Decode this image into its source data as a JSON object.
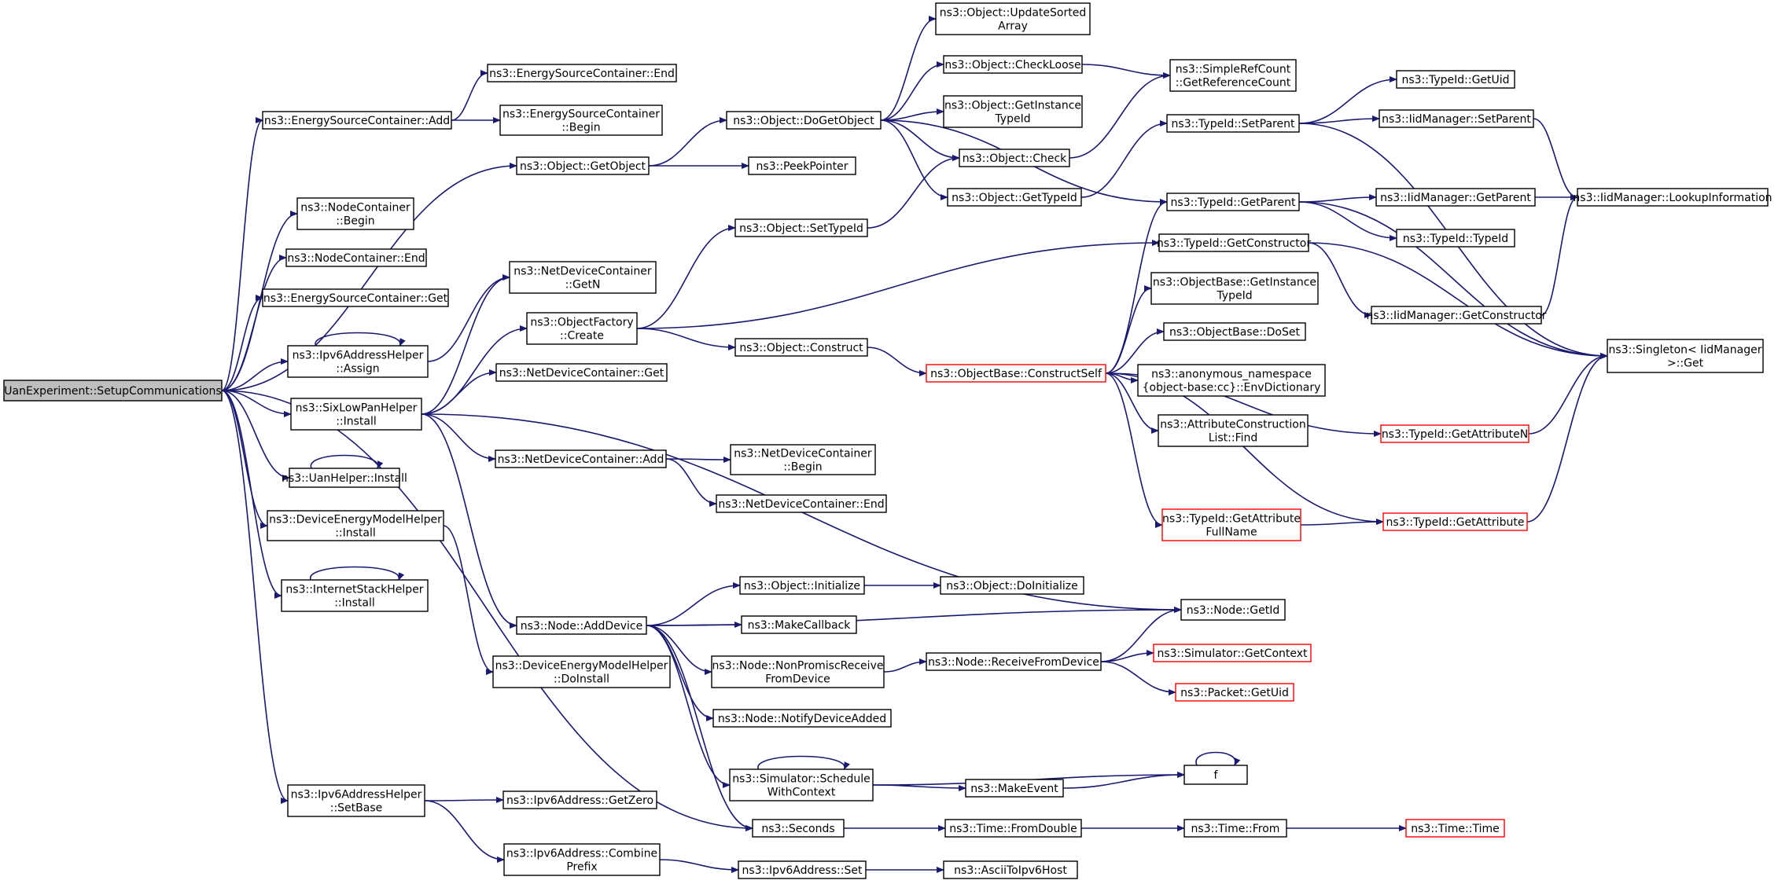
{
  "graph": {
    "colors": {
      "edge": "#191970",
      "node_border": "#000000",
      "root_fill": "#bfbfbf",
      "truncated_border": "#ff0000"
    },
    "nodes": [
      {
        "id": "root",
        "label": [
          "UanExperiment::SetupCommunications"
        ],
        "root": true
      },
      {
        "id": "escAdd",
        "label": [
          "ns3::EnergySourceContainer::Add"
        ]
      },
      {
        "id": "escEnd",
        "label": [
          "ns3::EnergySourceContainer::End"
        ]
      },
      {
        "id": "escBegin",
        "label": [
          "ns3::EnergySourceContainer",
          "::Begin"
        ]
      },
      {
        "id": "objGetObject",
        "label": [
          "ns3::Object::GetObject"
        ]
      },
      {
        "id": "objDoGetObject",
        "label": [
          "ns3::Object::DoGetObject"
        ]
      },
      {
        "id": "peekPointer",
        "label": [
          "ns3::PeekPointer"
        ]
      },
      {
        "id": "updateSorted",
        "label": [
          "ns3::Object::UpdateSorted",
          "Array"
        ]
      },
      {
        "id": "checkLoose",
        "label": [
          "ns3::Object::CheckLoose"
        ]
      },
      {
        "id": "getInstanceTypeId",
        "label": [
          "ns3::Object::GetInstance",
          "TypeId"
        ]
      },
      {
        "id": "objCheck",
        "label": [
          "ns3::Object::Check"
        ]
      },
      {
        "id": "objGetTypeId",
        "label": [
          "ns3::Object::GetTypeId"
        ]
      },
      {
        "id": "simpleRef",
        "label": [
          "ns3::SimpleRefCount",
          "::GetReferenceCount"
        ]
      },
      {
        "id": "typeSetParent",
        "label": [
          "ns3::TypeId::SetParent"
        ]
      },
      {
        "id": "typeGetUid",
        "label": [
          "ns3::TypeId::GetUid"
        ]
      },
      {
        "id": "iidSetParent",
        "label": [
          "ns3::IidManager::SetParent"
        ]
      },
      {
        "id": "typeGetParent",
        "label": [
          "ns3::TypeId::GetParent"
        ]
      },
      {
        "id": "iidGetParent",
        "label": [
          "ns3::IidManager::GetParent"
        ]
      },
      {
        "id": "iidLookup",
        "label": [
          "ns3::IidManager::LookupInformation"
        ]
      },
      {
        "id": "typeTypeId",
        "label": [
          "ns3::TypeId::TypeId"
        ]
      },
      {
        "id": "typeGetConstructor",
        "label": [
          "ns3::TypeId::GetConstructor"
        ]
      },
      {
        "id": "iidGetConstructor",
        "label": [
          "ns3::IidManager::GetConstructor"
        ]
      },
      {
        "id": "singletonGet",
        "label": [
          "ns3::Singleton< IidManager",
          ">::Get"
        ]
      },
      {
        "id": "ncBegin",
        "label": [
          "ns3::NodeContainer",
          "::Begin"
        ]
      },
      {
        "id": "ncEnd",
        "label": [
          "ns3::NodeContainer::End"
        ]
      },
      {
        "id": "escGet",
        "label": [
          "ns3::EnergySourceContainer::Get"
        ]
      },
      {
        "id": "ipv6Assign",
        "label": [
          "ns3::Ipv6AddressHelper",
          "::Assign"
        ]
      },
      {
        "id": "ndcGetN",
        "label": [
          "ns3::NetDeviceContainer",
          "::GetN"
        ]
      },
      {
        "id": "objSetTypeId",
        "label": [
          "ns3::Object::SetTypeId"
        ]
      },
      {
        "id": "objFactoryCreate",
        "label": [
          "ns3::ObjectFactory",
          "::Create"
        ]
      },
      {
        "id": "objConstruct",
        "label": [
          "ns3::Object::Construct"
        ]
      },
      {
        "id": "obGetInstanceTypeId",
        "label": [
          "ns3::ObjectBase::GetInstance",
          "TypeId"
        ]
      },
      {
        "id": "obDoSet",
        "label": [
          "ns3::ObjectBase::DoSet"
        ]
      },
      {
        "id": "obConstructSelf",
        "label": [
          "ns3::ObjectBase::ConstructSelf"
        ],
        "red": true
      },
      {
        "id": "envDictionary",
        "label": [
          "ns3::anonymous_namespace",
          "{object-base:cc}::EnvDictionary"
        ]
      },
      {
        "id": "attrConstructionFind",
        "label": [
          "ns3::AttributeConstruction",
          "List::Find"
        ]
      },
      {
        "id": "typeGetAttributeN",
        "label": [
          "ns3::TypeId::GetAttributeN"
        ],
        "red": true
      },
      {
        "id": "typeGetAttributeFullName",
        "label": [
          "ns3::TypeId::GetAttribute",
          "FullName"
        ],
        "red": true
      },
      {
        "id": "typeGetAttribute",
        "label": [
          "ns3::TypeId::GetAttribute"
        ],
        "red": true
      },
      {
        "id": "ndcGet",
        "label": [
          "ns3::NetDeviceContainer::Get"
        ]
      },
      {
        "id": "sixLowPanInstall",
        "label": [
          "ns3::SixLowPanHelper",
          "::Install"
        ]
      },
      {
        "id": "ndcAdd",
        "label": [
          "ns3::NetDeviceContainer::Add"
        ]
      },
      {
        "id": "ndcBegin",
        "label": [
          "ns3::NetDeviceContainer",
          "::Begin"
        ]
      },
      {
        "id": "ndcEnd",
        "label": [
          "ns3::NetDeviceContainer::End"
        ]
      },
      {
        "id": "uanInstall",
        "label": [
          "ns3::UanHelper::Install"
        ]
      },
      {
        "id": "demInstall",
        "label": [
          "ns3::DeviceEnergyModelHelper",
          "::Install"
        ]
      },
      {
        "id": "inetInstall",
        "label": [
          "ns3::InternetStackHelper",
          "::Install"
        ]
      },
      {
        "id": "demDoInstall",
        "label": [
          "ns3::DeviceEnergyModelHelper",
          "::DoInstall"
        ]
      },
      {
        "id": "nodeAddDevice",
        "label": [
          "ns3::Node::AddDevice"
        ]
      },
      {
        "id": "objInitialize",
        "label": [
          "ns3::Object::Initialize"
        ]
      },
      {
        "id": "objDoInitialize",
        "label": [
          "ns3::Object::DoInitialize"
        ]
      },
      {
        "id": "makeCallback",
        "label": [
          "ns3::MakeCallback"
        ]
      },
      {
        "id": "nodeGetId",
        "label": [
          "ns3::Node::GetId"
        ]
      },
      {
        "id": "nodeNonPromisc",
        "label": [
          "ns3::Node::NonPromiscReceive",
          "FromDevice"
        ]
      },
      {
        "id": "nodeReceiveFromDevice",
        "label": [
          "ns3::Node::ReceiveFromDevice"
        ]
      },
      {
        "id": "simGetContext",
        "label": [
          "ns3::Simulator::GetContext"
        ],
        "red": true
      },
      {
        "id": "packetGetUid",
        "label": [
          "ns3::Packet::GetUid"
        ],
        "red": true
      },
      {
        "id": "nodeNotifyDeviceAdded",
        "label": [
          "ns3::Node::NotifyDeviceAdded"
        ]
      },
      {
        "id": "simScheduleWithContext",
        "label": [
          "ns3::Simulator::Schedule",
          "WithContext"
        ]
      },
      {
        "id": "makeEvent",
        "label": [
          "ns3::MakeEvent"
        ]
      },
      {
        "id": "f",
        "label": [
          "f"
        ]
      },
      {
        "id": "ipv6SetBase",
        "label": [
          "ns3::Ipv6AddressHelper",
          "::SetBase"
        ]
      },
      {
        "id": "ipv6GetZero",
        "label": [
          "ns3::Ipv6Address::GetZero"
        ]
      },
      {
        "id": "seconds",
        "label": [
          "ns3::Seconds"
        ]
      },
      {
        "id": "timeFromDouble",
        "label": [
          "ns3::Time::FromDouble"
        ]
      },
      {
        "id": "timeFrom",
        "label": [
          "ns3::Time::From"
        ]
      },
      {
        "id": "timeTime",
        "label": [
          "ns3::Time::Time"
        ],
        "red": true
      },
      {
        "id": "ipv6CombinePrefix",
        "label": [
          "ns3::Ipv6Address::Combine",
          "Prefix"
        ]
      },
      {
        "id": "ipv6Set",
        "label": [
          "ns3::Ipv6Address::Set"
        ]
      },
      {
        "id": "asciiToIpv6Host",
        "label": [
          "ns3::AsciiToIpv6Host"
        ]
      }
    ],
    "edges": [
      [
        "root",
        "escAdd"
      ],
      [
        "root",
        "objGetObject"
      ],
      [
        "root",
        "ncBegin"
      ],
      [
        "root",
        "ncEnd"
      ],
      [
        "root",
        "escGet"
      ],
      [
        "root",
        "ipv6Assign"
      ],
      [
        "root",
        "sixLowPanInstall"
      ],
      [
        "root",
        "uanInstall"
      ],
      [
        "root",
        "demInstall"
      ],
      [
        "root",
        "inetInstall"
      ],
      [
        "root",
        "ipv6SetBase"
      ],
      [
        "root",
        "seconds"
      ],
      [
        "escAdd",
        "escEnd"
      ],
      [
        "escAdd",
        "escBegin"
      ],
      [
        "objGetObject",
        "objDoGetObject"
      ],
      [
        "objGetObject",
        "peekPointer"
      ],
      [
        "objDoGetObject",
        "updateSorted"
      ],
      [
        "objDoGetObject",
        "checkLoose"
      ],
      [
        "objDoGetObject",
        "getInstanceTypeId"
      ],
      [
        "objDoGetObject",
        "objCheck"
      ],
      [
        "objDoGetObject",
        "objGetTypeId"
      ],
      [
        "objDoGetObject",
        "typeGetParent"
      ],
      [
        "checkLoose",
        "simpleRef"
      ],
      [
        "objCheck",
        "simpleRef"
      ],
      [
        "objGetTypeId",
        "typeSetParent"
      ],
      [
        "typeSetParent",
        "typeGetUid"
      ],
      [
        "typeSetParent",
        "iidSetParent"
      ],
      [
        "typeSetParent",
        "singletonGet"
      ],
      [
        "iidSetParent",
        "iidLookup"
      ],
      [
        "typeGetParent",
        "iidGetParent"
      ],
      [
        "typeGetParent",
        "typeTypeId"
      ],
      [
        "typeGetParent",
        "singletonGet"
      ],
      [
        "iidGetParent",
        "iidLookup"
      ],
      [
        "typeGetConstructor",
        "iidGetConstructor"
      ],
      [
        "typeGetConstructor",
        "singletonGet"
      ],
      [
        "iidGetConstructor",
        "iidLookup"
      ],
      [
        "ipv6Assign",
        "ipv6Assign"
      ],
      [
        "ipv6Assign",
        "ndcGetN"
      ],
      [
        "sixLowPanInstall",
        "ndcGetN"
      ],
      [
        "sixLowPanInstall",
        "objFactoryCreate"
      ],
      [
        "sixLowPanInstall",
        "ndcGet"
      ],
      [
        "sixLowPanInstall",
        "ndcAdd"
      ],
      [
        "sixLowPanInstall",
        "nodeAddDevice"
      ],
      [
        "sixLowPanInstall",
        "nodeGetId"
      ],
      [
        "objFactoryCreate",
        "objSetTypeId"
      ],
      [
        "objFactoryCreate",
        "typeGetConstructor"
      ],
      [
        "objFactoryCreate",
        "objConstruct"
      ],
      [
        "objSetTypeId",
        "objCheck"
      ],
      [
        "objConstruct",
        "obConstructSelf"
      ],
      [
        "obConstructSelf",
        "typeGetParent"
      ],
      [
        "obConstructSelf",
        "obGetInstanceTypeId"
      ],
      [
        "obConstructSelf",
        "obDoSet"
      ],
      [
        "obConstructSelf",
        "envDictionary"
      ],
      [
        "obConstructSelf",
        "attrConstructionFind"
      ],
      [
        "obConstructSelf",
        "typeGetAttributeN"
      ],
      [
        "obConstructSelf",
        "typeGetAttributeFullName"
      ],
      [
        "obConstructSelf",
        "typeGetAttribute"
      ],
      [
        "typeGetAttributeN",
        "singletonGet"
      ],
      [
        "typeGetAttributeFullName",
        "typeGetAttribute"
      ],
      [
        "typeGetAttribute",
        "singletonGet"
      ],
      [
        "ndcAdd",
        "ndcBegin"
      ],
      [
        "ndcAdd",
        "ndcEnd"
      ],
      [
        "uanInstall",
        "uanInstall"
      ],
      [
        "inetInstall",
        "inetInstall"
      ],
      [
        "demInstall",
        "demDoInstall"
      ],
      [
        "nodeAddDevice",
        "nodeGetId"
      ],
      [
        "nodeAddDevice",
        "objInitialize"
      ],
      [
        "nodeAddDevice",
        "makeCallback"
      ],
      [
        "nodeAddDevice",
        "nodeNonPromisc"
      ],
      [
        "nodeAddDevice",
        "nodeNotifyDeviceAdded"
      ],
      [
        "nodeAddDevice",
        "simScheduleWithContext"
      ],
      [
        "nodeAddDevice",
        "seconds"
      ],
      [
        "objInitialize",
        "objDoInitialize"
      ],
      [
        "nodeNonPromisc",
        "nodeReceiveFromDevice"
      ],
      [
        "nodeReceiveFromDevice",
        "nodeGetId"
      ],
      [
        "nodeReceiveFromDevice",
        "simGetContext"
      ],
      [
        "nodeReceiveFromDevice",
        "packetGetUid"
      ],
      [
        "simScheduleWithContext",
        "simScheduleWithContext"
      ],
      [
        "simScheduleWithContext",
        "makeEvent"
      ],
      [
        "simScheduleWithContext",
        "f"
      ],
      [
        "makeEvent",
        "f"
      ],
      [
        "f",
        "f"
      ],
      [
        "ipv6SetBase",
        "ipv6GetZero"
      ],
      [
        "ipv6SetBase",
        "ipv6CombinePrefix"
      ],
      [
        "seconds",
        "timeFromDouble"
      ],
      [
        "timeFromDouble",
        "timeFrom"
      ],
      [
        "timeFrom",
        "timeTime"
      ],
      [
        "ipv6CombinePrefix",
        "ipv6Set"
      ],
      [
        "ipv6Set",
        "asciiToIpv6Host"
      ]
    ]
  }
}
